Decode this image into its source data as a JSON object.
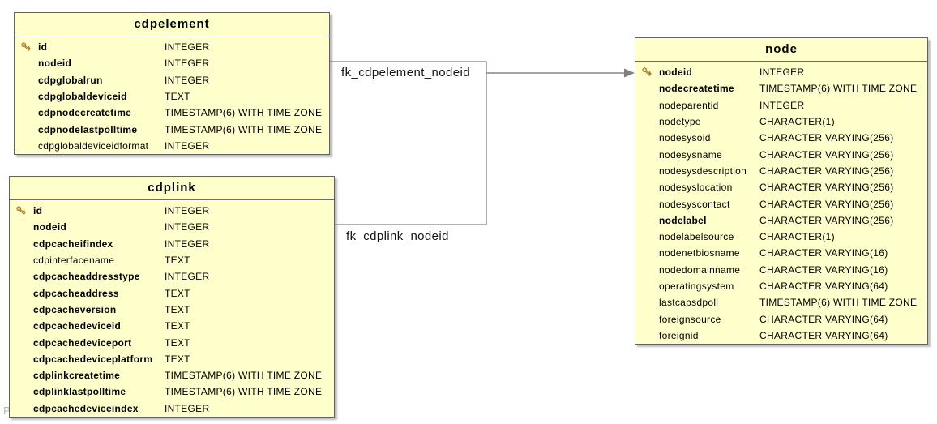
{
  "diagram": {
    "watermark": "Powered by yFiles",
    "colors": {
      "table_fill": "#ffffcc",
      "table_border": "#616161",
      "edge_line": "#808080",
      "key_gold": "#e3b24e",
      "key_outline": "#8a6d1f"
    },
    "tables": [
      {
        "title": "cdpelement",
        "columns": [
          {
            "name": "id",
            "type": "INTEGER",
            "key": true,
            "bold": true
          },
          {
            "name": "nodeid",
            "type": "INTEGER",
            "key": false,
            "bold": true
          },
          {
            "name": "cdpglobalrun",
            "type": "INTEGER",
            "key": false,
            "bold": true
          },
          {
            "name": "cdpglobaldeviceid",
            "type": "TEXT",
            "key": false,
            "bold": true
          },
          {
            "name": "cdpnodecreatetime",
            "type": "TIMESTAMP(6) WITH TIME ZONE",
            "key": false,
            "bold": true
          },
          {
            "name": "cdpnodelastpolltime",
            "type": "TIMESTAMP(6) WITH TIME ZONE",
            "key": false,
            "bold": true
          },
          {
            "name": "cdpglobaldeviceidformat",
            "type": "INTEGER",
            "key": false,
            "bold": false
          }
        ]
      },
      {
        "title": "cdplink",
        "columns": [
          {
            "name": "id",
            "type": "INTEGER",
            "key": true,
            "bold": true
          },
          {
            "name": "nodeid",
            "type": "INTEGER",
            "key": false,
            "bold": true
          },
          {
            "name": "cdpcacheifindex",
            "type": "INTEGER",
            "key": false,
            "bold": true
          },
          {
            "name": "cdpinterfacename",
            "type": "TEXT",
            "key": false,
            "bold": false
          },
          {
            "name": "cdpcacheaddresstype",
            "type": "INTEGER",
            "key": false,
            "bold": true
          },
          {
            "name": "cdpcacheaddress",
            "type": "TEXT",
            "key": false,
            "bold": true
          },
          {
            "name": "cdpcacheversion",
            "type": "TEXT",
            "key": false,
            "bold": true
          },
          {
            "name": "cdpcachedeviceid",
            "type": "TEXT",
            "key": false,
            "bold": true
          },
          {
            "name": "cdpcachedeviceport",
            "type": "TEXT",
            "key": false,
            "bold": true
          },
          {
            "name": "cdpcachedeviceplatform",
            "type": "TEXT",
            "key": false,
            "bold": true
          },
          {
            "name": "cdplinkcreatetime",
            "type": "TIMESTAMP(6) WITH TIME ZONE",
            "key": false,
            "bold": true
          },
          {
            "name": "cdplinklastpolltime",
            "type": "TIMESTAMP(6) WITH TIME ZONE",
            "key": false,
            "bold": true
          },
          {
            "name": "cdpcachedeviceindex",
            "type": "INTEGER",
            "key": false,
            "bold": true
          }
        ]
      },
      {
        "title": "node",
        "columns": [
          {
            "name": "nodeid",
            "type": "INTEGER",
            "key": true,
            "bold": true
          },
          {
            "name": "nodecreatetime",
            "type": "TIMESTAMP(6) WITH TIME ZONE",
            "key": false,
            "bold": true
          },
          {
            "name": "nodeparentid",
            "type": "INTEGER",
            "key": false,
            "bold": false
          },
          {
            "name": "nodetype",
            "type": "CHARACTER(1)",
            "key": false,
            "bold": false
          },
          {
            "name": "nodesysoid",
            "type": "CHARACTER VARYING(256)",
            "key": false,
            "bold": false
          },
          {
            "name": "nodesysname",
            "type": "CHARACTER VARYING(256)",
            "key": false,
            "bold": false
          },
          {
            "name": "nodesysdescription",
            "type": "CHARACTER VARYING(256)",
            "key": false,
            "bold": false
          },
          {
            "name": "nodesyslocation",
            "type": "CHARACTER VARYING(256)",
            "key": false,
            "bold": false
          },
          {
            "name": "nodesyscontact",
            "type": "CHARACTER VARYING(256)",
            "key": false,
            "bold": false
          },
          {
            "name": "nodelabel",
            "type": "CHARACTER VARYING(256)",
            "key": false,
            "bold": true
          },
          {
            "name": "nodelabelsource",
            "type": "CHARACTER(1)",
            "key": false,
            "bold": false
          },
          {
            "name": "nodenetbiosname",
            "type": "CHARACTER VARYING(16)",
            "key": false,
            "bold": false
          },
          {
            "name": "nodedomainname",
            "type": "CHARACTER VARYING(16)",
            "key": false,
            "bold": false
          },
          {
            "name": "operatingsystem",
            "type": "CHARACTER VARYING(64)",
            "key": false,
            "bold": false
          },
          {
            "name": "lastcapsdpoll",
            "type": "TIMESTAMP(6) WITH TIME ZONE",
            "key": false,
            "bold": false
          },
          {
            "name": "foreignsource",
            "type": "CHARACTER VARYING(64)",
            "key": false,
            "bold": false
          },
          {
            "name": "foreignid",
            "type": "CHARACTER VARYING(64)",
            "key": false,
            "bold": false
          }
        ]
      }
    ],
    "relations": [
      {
        "label": "fk_cdpelement_nodeid",
        "from": "cdpelement",
        "to": "node"
      },
      {
        "label": "fk_cdplink_nodeid",
        "from": "cdplink",
        "to": "node"
      }
    ]
  }
}
